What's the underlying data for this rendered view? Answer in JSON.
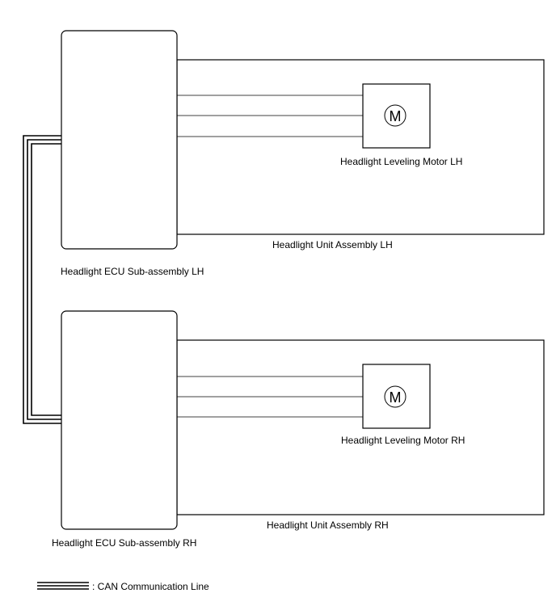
{
  "labels": {
    "ecu_lh": "Headlight ECU Sub-assembly LH",
    "ecu_rh": "Headlight ECU Sub-assembly RH",
    "unit_lh": "Headlight Unit Assembly LH",
    "unit_rh": "Headlight Unit Assembly RH",
    "motor_lh": "Headlight Leveling Motor LH",
    "motor_rh": "Headlight Leveling Motor RH",
    "motor_symbol": "M",
    "legend": ": CAN Communication Line"
  },
  "colors": {
    "line": "#000000",
    "background": "#ffffff"
  }
}
